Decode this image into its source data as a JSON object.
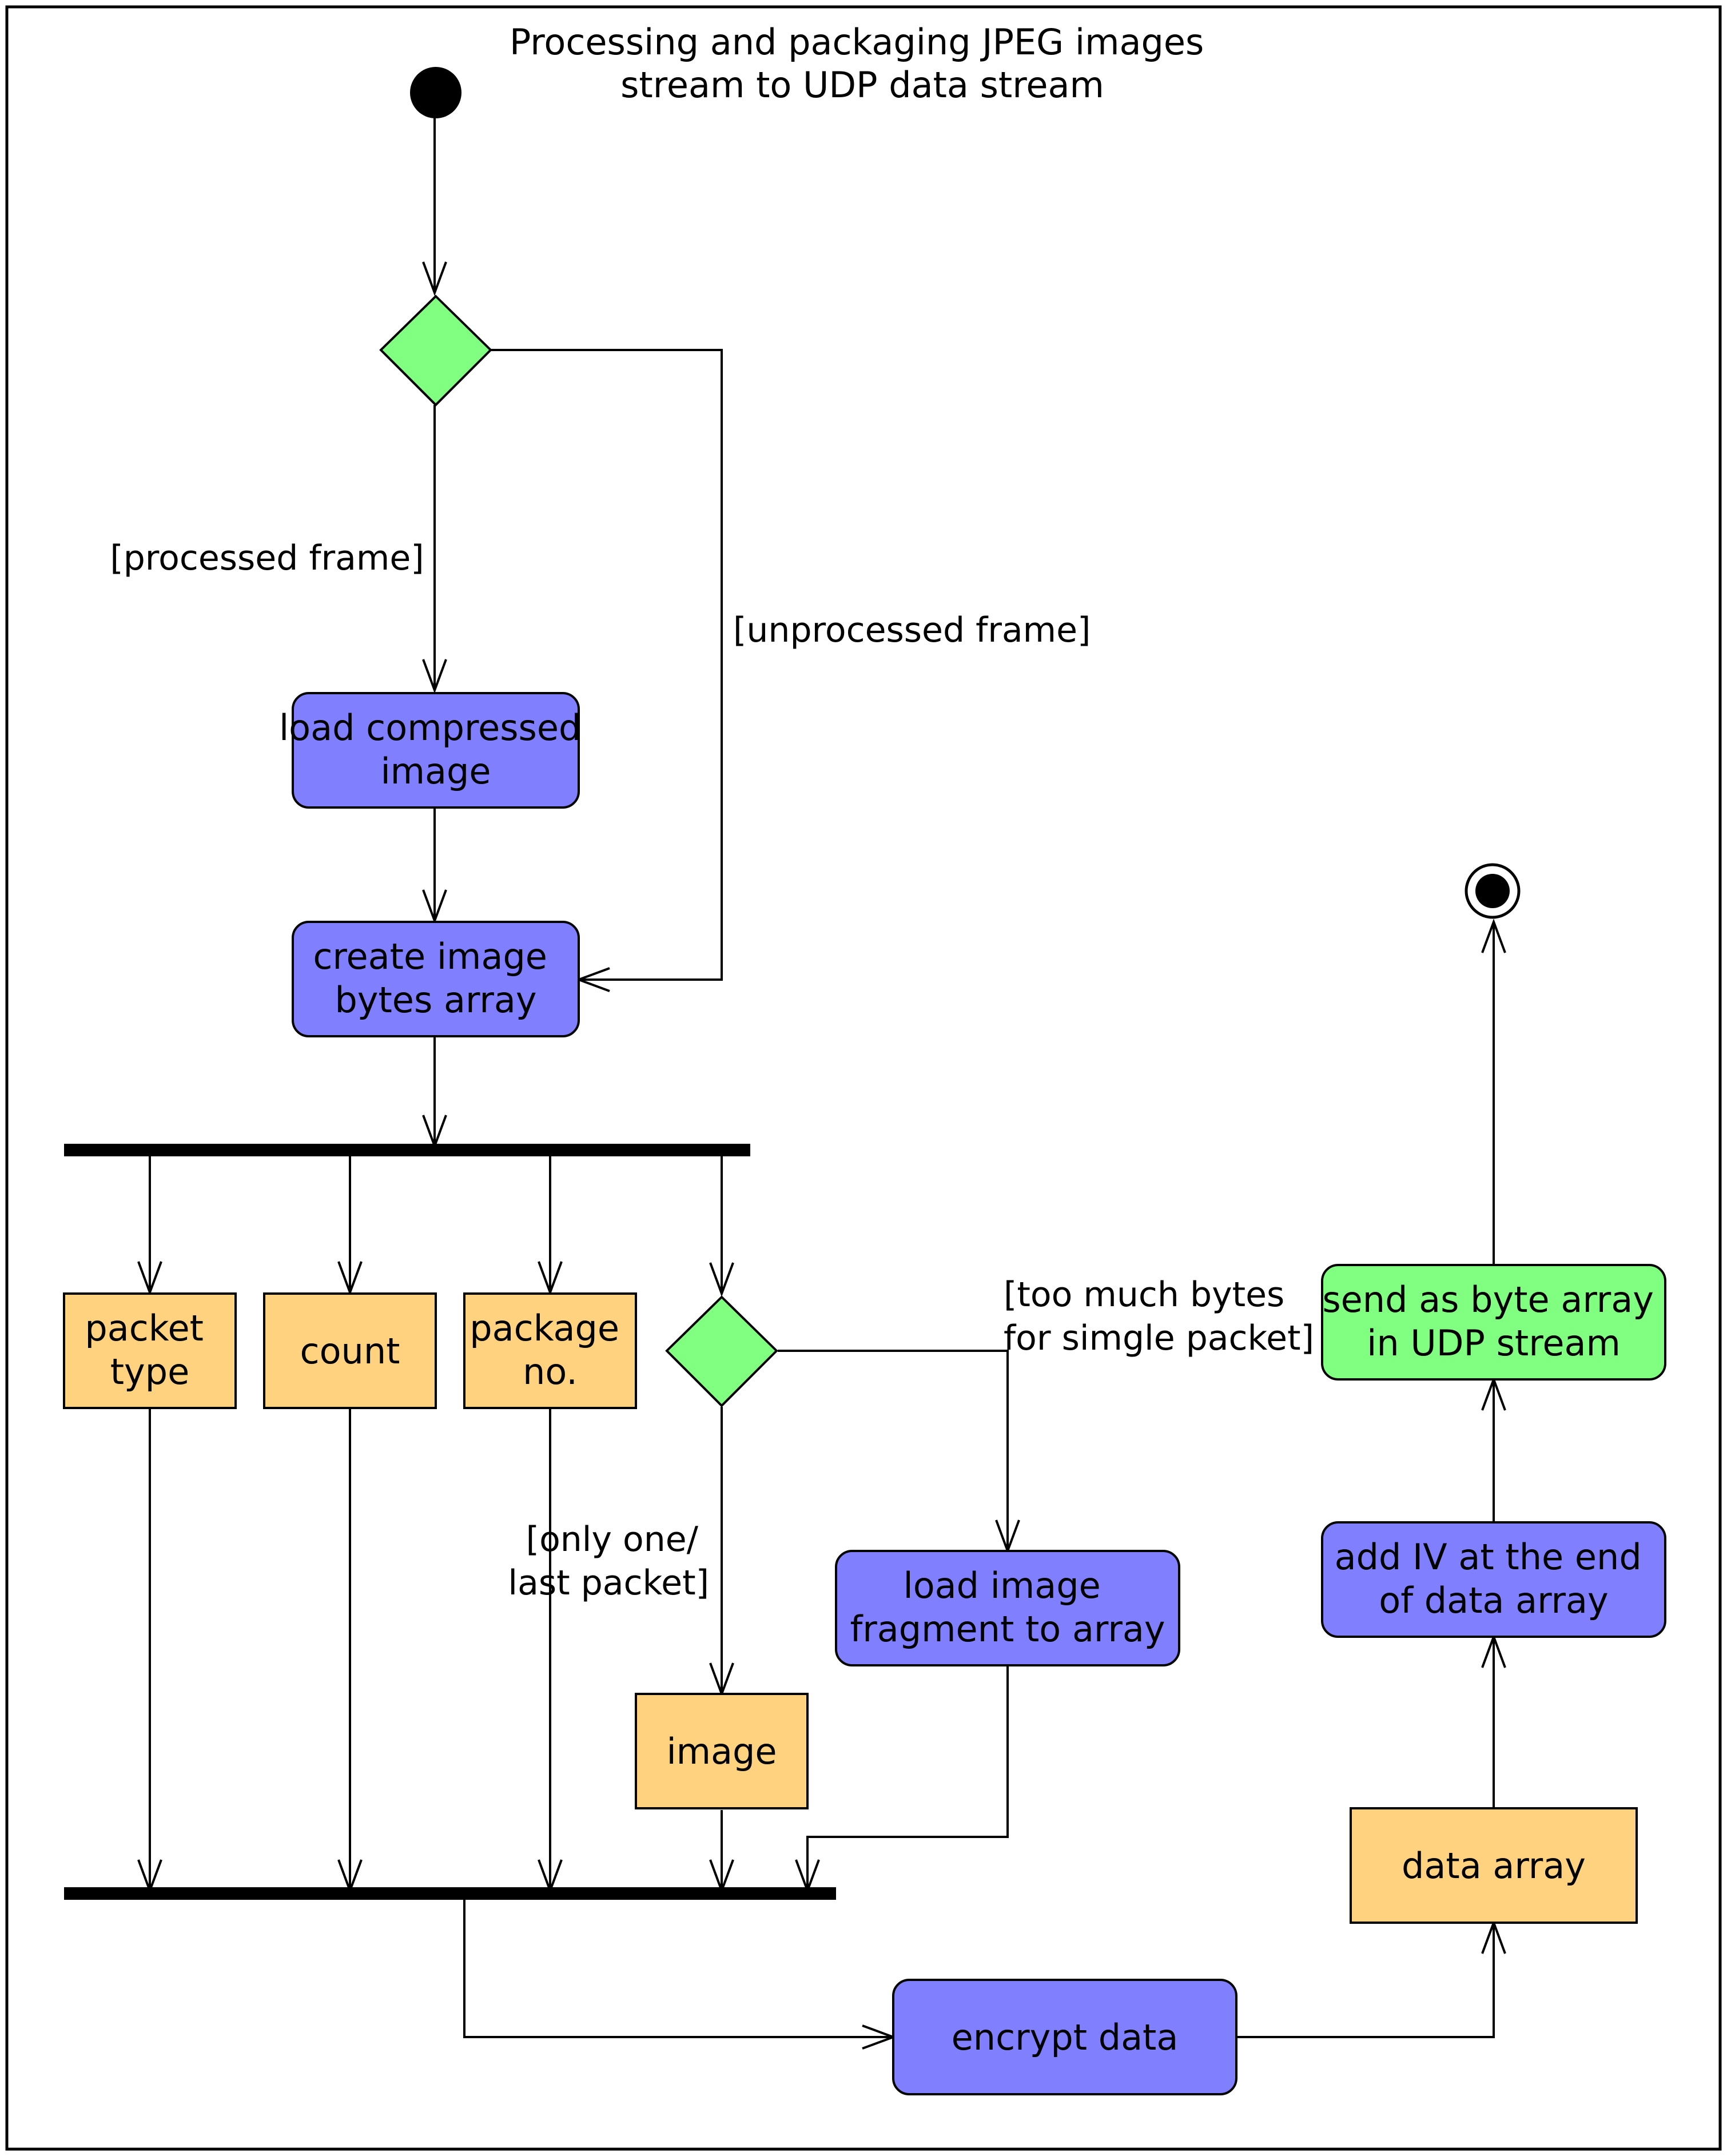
{
  "title": [
    "Processing and packaging JPEG images",
    "stream to UDP data stream"
  ],
  "colors": {
    "action": "#8080ff",
    "object": "#ffd280",
    "decision": "#80ff80",
    "send_action": "#80ff80",
    "stroke": "#000000",
    "background": "#ffffff"
  },
  "nodes": {
    "load_compressed_image": [
      "load compressed",
      "image"
    ],
    "create_image_bytes_array": [
      "create image",
      "bytes array"
    ],
    "packet_type": [
      "packet",
      "type"
    ],
    "count": [
      "count"
    ],
    "package_no": [
      "package",
      "no."
    ],
    "load_image_fragment": [
      "load image",
      "fragment to array"
    ],
    "image": [
      "image"
    ],
    "encrypt_data": [
      "encrypt data"
    ],
    "data_array": [
      "data array"
    ],
    "add_iv": [
      "add IV at the end",
      "of data array"
    ],
    "send_byte_array": [
      "send as byte array",
      "in UDP stream"
    ]
  },
  "guards": {
    "processed_frame": [
      "[processed frame]"
    ],
    "unprocessed_frame": [
      "[unprocessed frame]"
    ],
    "too_much_bytes": [
      "[too much bytes",
      "for simgle packet]"
    ],
    "only_one_last_packet": [
      "[only one/",
      "last packet]"
    ]
  }
}
